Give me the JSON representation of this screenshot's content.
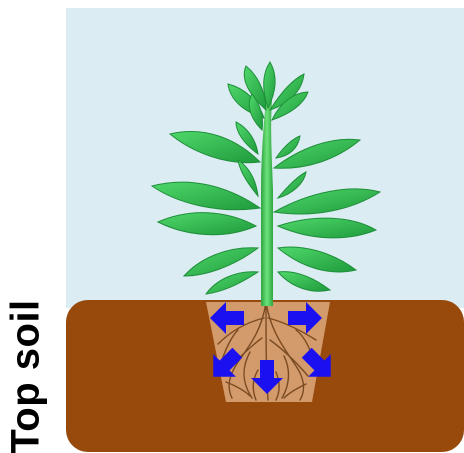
{
  "labels": {
    "side_label": "Top soil"
  },
  "colors": {
    "sky": "#dbecf2",
    "soil": "#974a0b",
    "root_ball": "#d39a6b",
    "root_line": "#8b5a2b",
    "stem": "#3cc04c",
    "leaf": "#3dbf55",
    "leaf_dark": "#1f8f3a",
    "arrow": "#1b10f0"
  },
  "arrows": [
    {
      "name": "arrow-left",
      "direction": "left"
    },
    {
      "name": "arrow-right",
      "direction": "right"
    },
    {
      "name": "arrow-down-left",
      "direction": "down-left"
    },
    {
      "name": "arrow-down",
      "direction": "down"
    },
    {
      "name": "arrow-down-right",
      "direction": "down-right"
    }
  ]
}
